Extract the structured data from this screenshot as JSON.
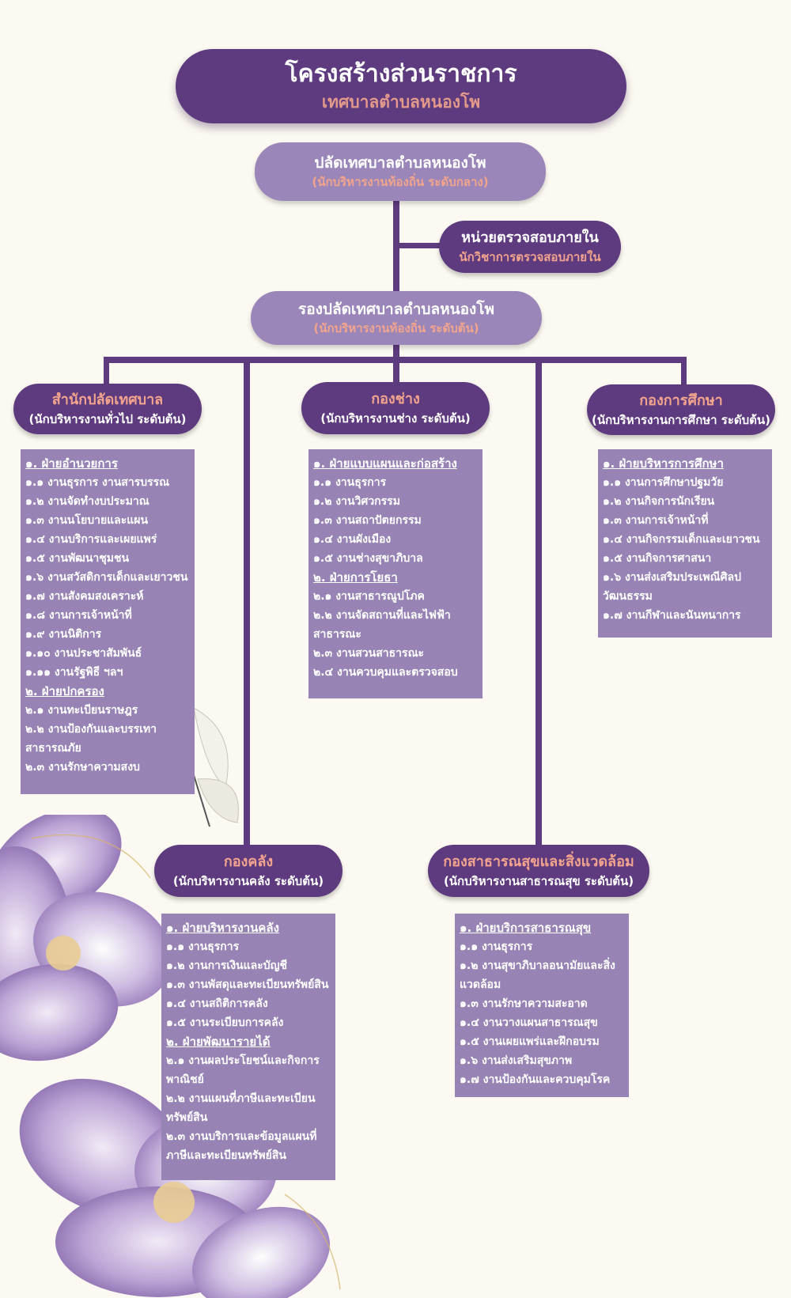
{
  "title": {
    "main": "โครงสร้างส่วนราชการ",
    "sub": "เทศบาลตำบลหนองโพ"
  },
  "top": {
    "title": "ปลัดเทศบาลตำบลหนองโพ",
    "subtitle": "(นักบริหารงานท้องถิ่น ระดับกลาง)"
  },
  "audit": {
    "title": "หน่วยตรวจสอบภายใน",
    "subtitle": "นักวิชาการตรวจสอบภายใน"
  },
  "deputy": {
    "title": "รองปลัดเทศบาลตำบลหนองโพ",
    "subtitle": "(นักบริหารงานท้องถิ่น ระดับต้น)"
  },
  "departments": [
    {
      "title": "สำนักปลัดเทศบาล",
      "subtitle": "(นักบริหารงานทั่วไป ระดับต้น)",
      "items": [
        {
          "text": "๑. ฝ่ายอำนวยการ",
          "head": true
        },
        {
          "text": "๑.๑ งานธุรการ งานสารบรรณ"
        },
        {
          "text": "๑.๒ งานจัดทำงบประมาณ"
        },
        {
          "text": "๑.๓ งานนโยบายและแผน"
        },
        {
          "text": "๑.๔ งานบริการและเผยแพร่"
        },
        {
          "text": "๑.๕ งานพัฒนาชุมชน"
        },
        {
          "text": "๑.๖ งานสวัสดิการเด็กและเยาวชน"
        },
        {
          "text": "๑.๗ งานสังคมสงเคราะห์"
        },
        {
          "text": "๑.๘ งานการเจ้าหน้าที่"
        },
        {
          "text": "๑.๙ งานนิติการ"
        },
        {
          "text": "๑.๑๐ งานประชาสัมพันธ์"
        },
        {
          "text": "๑.๑๑ งานรัฐพิธี ฯลฯ"
        },
        {
          "text": "๒. ฝ่ายปกครอง",
          "head": true
        },
        {
          "text": "๒.๑ งานทะเบียนราษฎร"
        },
        {
          "text": "๒.๒ งานป้องกันและบรรเทาสาธารณภัย"
        },
        {
          "text": "๒.๓ งานรักษาความสงบ"
        }
      ]
    },
    {
      "title": "กองช่าง",
      "subtitle": "(นักบริหารงานช่าง ระดับต้น)",
      "items": [
        {
          "text": "๑. ฝ่ายแบบแผนและก่อสร้าง",
          "head": true
        },
        {
          "text": "๑.๑ งานธุรการ"
        },
        {
          "text": "๑.๒ งานวิศวกรรม"
        },
        {
          "text": "๑.๓ งานสถาปัตยกรรม"
        },
        {
          "text": "๑.๔ งานผังเมือง"
        },
        {
          "text": "๑.๕ งานช่างสุขาภิบาล"
        },
        {
          "text": "๒. ฝ่ายการโยธา",
          "head": true
        },
        {
          "text": "๒.๑ งานสาธารณูปโภค"
        },
        {
          "text": "๒.๒ งานจัดสถานที่และไฟฟ้าสาธารณะ"
        },
        {
          "text": "๒.๓ งานสวนสาธารณะ"
        },
        {
          "text": "๒.๔ งานควบคุมและตรวจสอบ"
        }
      ]
    },
    {
      "title": "กองการศึกษา",
      "subtitle": "(นักบริหารงานการศึกษา ระดับต้น)",
      "items": [
        {
          "text": "๑. ฝ่ายบริหารการศึกษา",
          "head": true
        },
        {
          "text": "๑.๑ งานการศึกษาปฐมวัย"
        },
        {
          "text": "๑.๒ งานกิจการนักเรียน"
        },
        {
          "text": "๑.๓ งานการเจ้าหน้าที่"
        },
        {
          "text": "๑.๔ งานกิจกรรมเด็กและเยาวชน"
        },
        {
          "text": "๑.๕ งานกิจการศาสนา"
        },
        {
          "text": "๑.๖ งานส่งเสริมประเพณีศิลปวัฒนธรรม"
        },
        {
          "text": "๑.๗ งานกีฬาและนันทนาการ"
        }
      ]
    },
    {
      "title": "กองคลัง",
      "subtitle": "(นักบริหารงานคลัง ระดับต้น)",
      "items": [
        {
          "text": "๑. ฝ่ายบริหารงานคลัง",
          "head": true
        },
        {
          "text": "๑.๑ งานธุรการ"
        },
        {
          "text": "๑.๒ งานการเงินและบัญชี"
        },
        {
          "text": "๑.๓ งานพัสดุและทะเบียนทรัพย์สิน"
        },
        {
          "text": "๑.๔ งานสถิติการคลัง"
        },
        {
          "text": "๑.๕ งานระเบียบการคลัง"
        },
        {
          "text": "๒. ฝ่ายพัฒนารายได้",
          "head": true
        },
        {
          "text": "๒.๑ งานผลประโยชน์และกิจการพาณิชย์"
        },
        {
          "text": "๒.๒ งานแผนที่ภาษีและทะเบียนทรัพย์สิน"
        },
        {
          "text": "๒.๓ งานบริการและข้อมูลแผนที่ภาษีและทะเบียนทรัพย์สิน"
        }
      ]
    },
    {
      "title": "กองสาธารณสุขและสิ่งแวดล้อม",
      "subtitle": "(นักบริหารงานสาธารณสุข ระดับต้น)",
      "items": [
        {
          "text": "๑. ฝ่ายบริการสาธารณสุข",
          "head": true
        },
        {
          "text": "๑.๑ งานธุรการ"
        },
        {
          "text": "๑.๒ งานสุขาภิบาลอนามัยและสิ่งแวดล้อม"
        },
        {
          "text": "๑.๓ งานรักษาความสะอาด"
        },
        {
          "text": "๑.๔ งานวางแผนสาธารณสุข"
        },
        {
          "text": "๑.๕ งานเผยแพร่และฝึกอบรม"
        },
        {
          "text": "๑.๖ งานส่งเสริมสุขภาพ"
        },
        {
          "text": "๑.๗ งานป้องกันและควบคุมโรค"
        }
      ]
    }
  ],
  "colors": {
    "dark_purple": "#5e3a7f",
    "light_purple": "#9a86b8",
    "box_purple": "#9783b4",
    "accent_peach": "#f3a48d",
    "background": "#fbf9f1"
  },
  "icons": [
    "butterfly-decoration",
    "flower-decoration"
  ]
}
